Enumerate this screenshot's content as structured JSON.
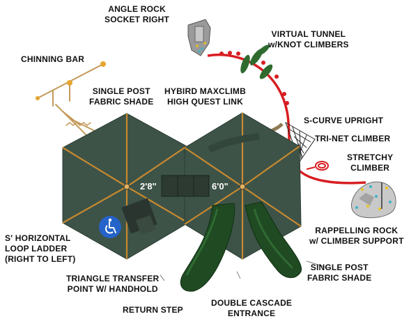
{
  "labels": {
    "angle_rock": [
      "ANGLE ROCK",
      "SOCKET RIGHT"
    ],
    "virtual_tunnel": [
      "VIRTUAL TUNNEL",
      "w/KNOT CLIMBERS"
    ],
    "chinning_bar": [
      "CHINNING BAR"
    ],
    "single_post_shade_left": [
      "SINGLE POST",
      "FABRIC SHADE"
    ],
    "maxclimb": [
      "HYBIRD MAXCLIMB",
      "HIGH QUEST LINK"
    ],
    "s_curve": [
      "S-CURVE UPRIGHT"
    ],
    "tri_net": [
      "TRI-NET CLIMBER"
    ],
    "stretchy": [
      "STRETCHY",
      "CLIMBER"
    ],
    "horizontal_loop": [
      "S' HORIZONTAL",
      "LOOP LADDER",
      "(RIGHT TO LEFT)"
    ],
    "rappelling_rock": [
      "RAPPELLING ROCK",
      "w/ CLIMBER SUPPORT"
    ],
    "triangle_transfer": [
      "TRIANGLE TRANSFER",
      "POINT W/ HANDHOLD"
    ],
    "single_post_shade_right": [
      "SINGLE POST",
      "FABRIC SHADE"
    ],
    "return_step": [
      "RETURN STEP"
    ],
    "double_cascade": [
      "DOUBLE CASCADE",
      "ENTRANCE"
    ]
  },
  "dimensions": {
    "left_deck": "2'8\"",
    "right_deck": "6'0\""
  },
  "icons": {
    "accessibility": "wheelchair-icon"
  },
  "colors": {
    "shade_fabric": "#3d5348",
    "shade_ribs": "#c8892e",
    "slide": "#1f4a22",
    "tunnel": "#d81e22",
    "knot_climbers": "#2f6b2f",
    "accessibility_badge": "#2563c9",
    "rock": "#c9c9c9",
    "label_text": "#111111"
  }
}
